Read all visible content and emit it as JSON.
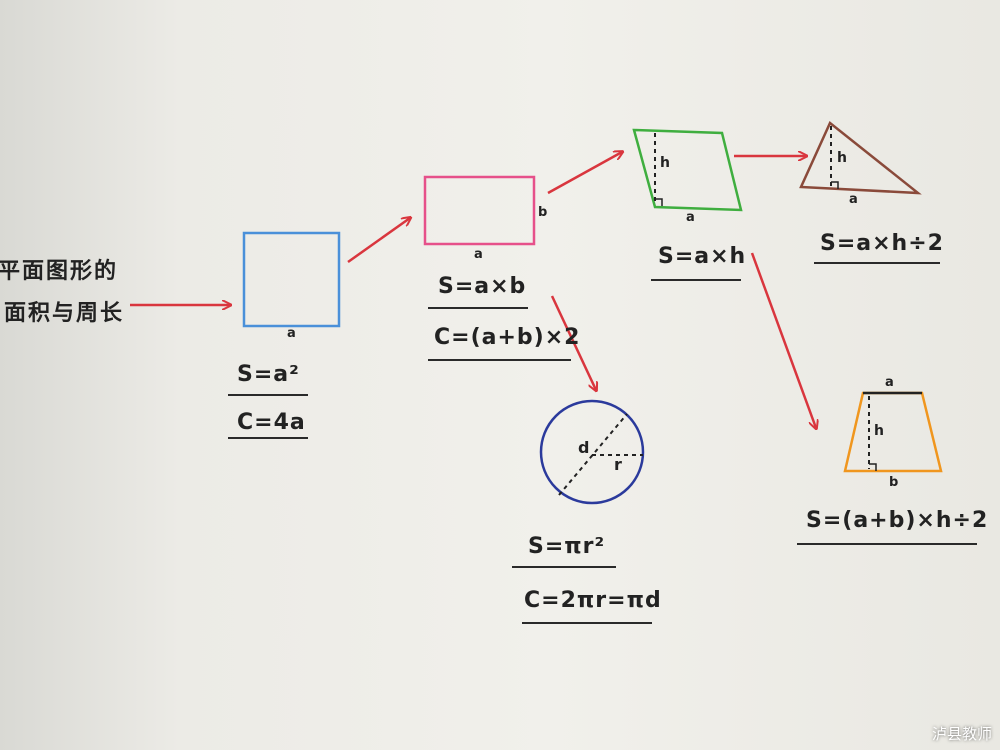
{
  "title": [
    "平面图形的",
    "面积与周长"
  ],
  "square": {
    "side": "a",
    "formulas": [
      "S=a²",
      "C=4a"
    ]
  },
  "rectangle": {
    "width": "a",
    "height": "b",
    "formulas": [
      "S=a×b",
      "C=(a+b)×2"
    ]
  },
  "circle": {
    "diameter": "d",
    "radius": "r",
    "formulas": [
      "S=πr²",
      "C=2πr=πd"
    ]
  },
  "parallelogram": {
    "base": "a",
    "height": "h",
    "formula": "S=a×h"
  },
  "triangle": {
    "base": "a",
    "height": "h",
    "formula": "S=a×h÷2"
  },
  "trapezoid": {
    "top": "a",
    "bottom": "b",
    "height": "h",
    "formula": "S=(a+b)×h÷2"
  },
  "watermark": "泸县教师",
  "colors": {
    "arrow": "#d9363e",
    "square": "#4a90d9",
    "rectangle": "#e6508a",
    "circle": "#2b3a9c",
    "parallelogram": "#3fae3f",
    "triangle": "#8a4a3a",
    "trapezoid": "#f0961e"
  }
}
